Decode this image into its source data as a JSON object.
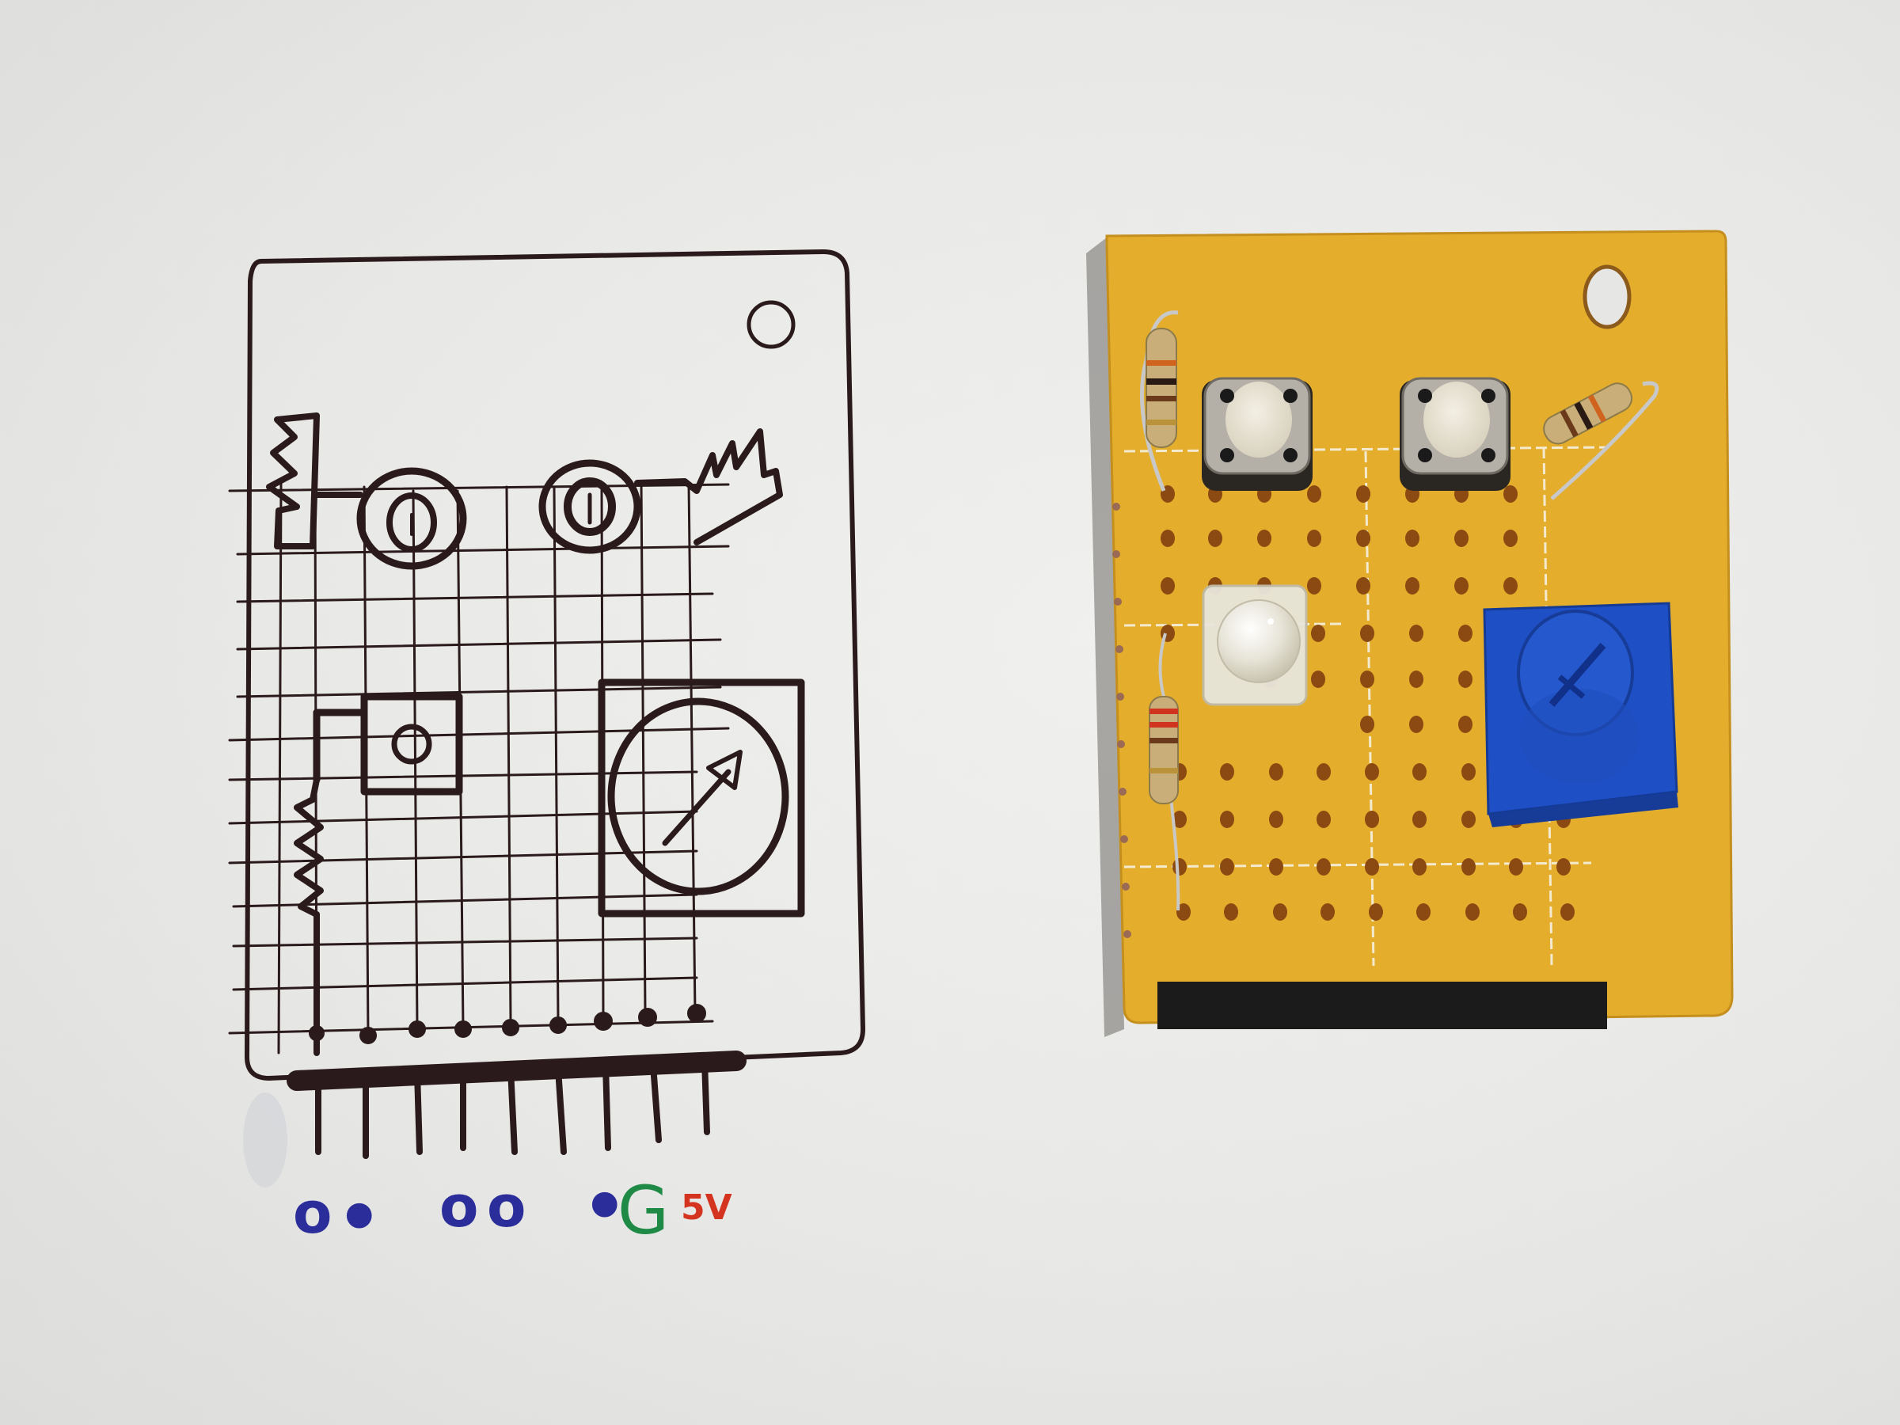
{
  "scene": {
    "description": "Hand-drawn perfboard layout sketch beside the finished soldered perfboard module",
    "background_color": "#e9e9e7"
  },
  "sketch": {
    "ink_color": "#2a1a1c",
    "components": [
      "mounting-hole",
      "resistor-top-left",
      "pushbutton-left",
      "pushbutton-right",
      "resistor-top-right",
      "led",
      "resistor-left",
      "potentiometer",
      "pin-header-9"
    ],
    "pin_labels": [
      {
        "text": "o",
        "color": "#2b2d9a"
      },
      {
        "text": "•",
        "color": "#2b2d9a"
      },
      {
        "text": "o",
        "color": "#2b2d9a"
      },
      {
        "text": "o",
        "color": "#2b2d9a"
      },
      {
        "text": "•",
        "color": "#2b2d9a"
      },
      {
        "text": "G",
        "color": "#1e8a45"
      },
      {
        "text": "5V",
        "color": "#d4331f"
      }
    ]
  },
  "board": {
    "color": "#e6b02e",
    "hole_color": "#8a4a12",
    "components": [
      "resistor-top-left",
      "pushbutton-left",
      "pushbutton-right",
      "resistor-top-right",
      "led-clear-square",
      "resistor-left",
      "blue-trimpot"
    ],
    "header_pins": [
      {
        "color": "#e8ebee"
      },
      {
        "color": "#1f78d6"
      },
      {
        "color": "#9ed62a"
      },
      {
        "color": "#e8ebee"
      },
      {
        "color": "#e8ebee"
      },
      {
        "color": "#151515"
      },
      {
        "color": "#1f78d6"
      },
      {
        "color": "#3cc43c"
      },
      {
        "color": "#e0303a"
      }
    ],
    "trimpot_color": "#1e4fc4"
  }
}
